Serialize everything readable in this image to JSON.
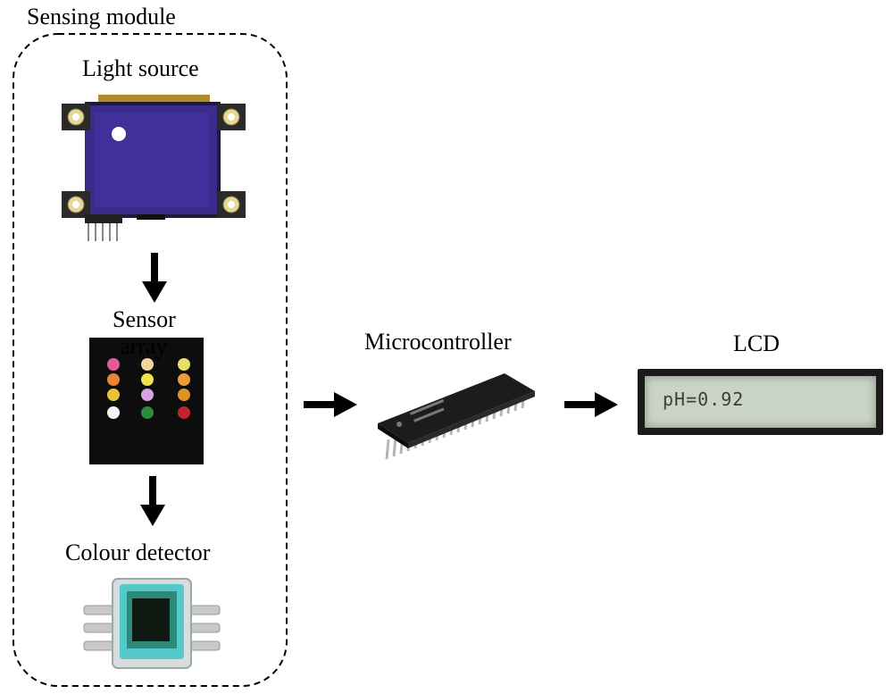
{
  "module": {
    "title": "Sensing module"
  },
  "components": {
    "light_source": "Light source",
    "sensor_array_line1": "Sensor",
    "sensor_array_line2": "array",
    "colour_detector": "Colour detector",
    "microcontroller": "Microcontroller",
    "lcd": "LCD"
  },
  "lcd_display": {
    "reading": "pH=0.92"
  },
  "colors": {
    "light_panel": "#3b2c8c",
    "lcd_screen": "#c9d4c4",
    "chip_body": "#1c1c1c",
    "detector_window": "#55c9c9"
  }
}
